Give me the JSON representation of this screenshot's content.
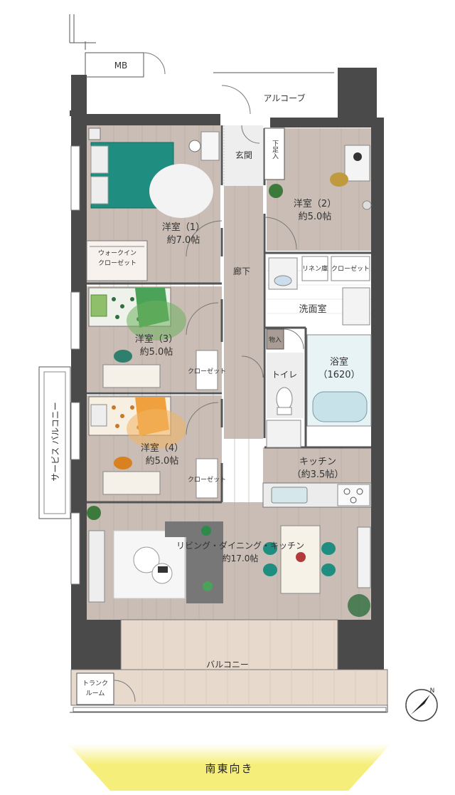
{
  "labels": {
    "mb": "MB",
    "alcove": "アルコーブ",
    "entrance": "玄関",
    "shoe_cabinet": "下足入",
    "bedroom1_name": "洋室（1）",
    "bedroom1_size": "約7.0帖",
    "bedroom2_name": "洋室（2）",
    "bedroom2_size": "約5.0帖",
    "walkin_line1": "ウォークイン",
    "walkin_line2": "クローゼット",
    "hallway": "廊下",
    "linen": "リネン庫",
    "closet": "クローゼット",
    "washroom": "洗面室",
    "storage": "物入",
    "bedroom3_name": "洋室（3）",
    "bedroom3_size": "約5.0帖",
    "closet3": "クローゼット",
    "bathroom_name": "浴室",
    "bathroom_size": "（1620）",
    "toilet": "トイレ",
    "bedroom4_name": "洋室（4）",
    "bedroom4_size": "約5.0帖",
    "closet4": "クローゼット",
    "kitchen_name": "キッチン",
    "kitchen_size": "（約3.5帖）",
    "ldk_name": "リビング・ダイニング・キッチン",
    "ldk_size": "約17.0帖",
    "service_balcony": "サービス バルコニー",
    "balcony": "バルコニー",
    "trunk_line1": "トランク",
    "trunk_line2": "ルーム",
    "compass_n": "N",
    "orientation": "南東向き"
  },
  "colors": {
    "wall": "#4a4a4a",
    "floor": "#c9bdb5",
    "balcony_deck": "#e8d9cd",
    "teal_bed": "#1f8e80",
    "green_bed": "#4aa359",
    "orange_bed": "#f0a03c",
    "banner": "#f6ee7a"
  }
}
